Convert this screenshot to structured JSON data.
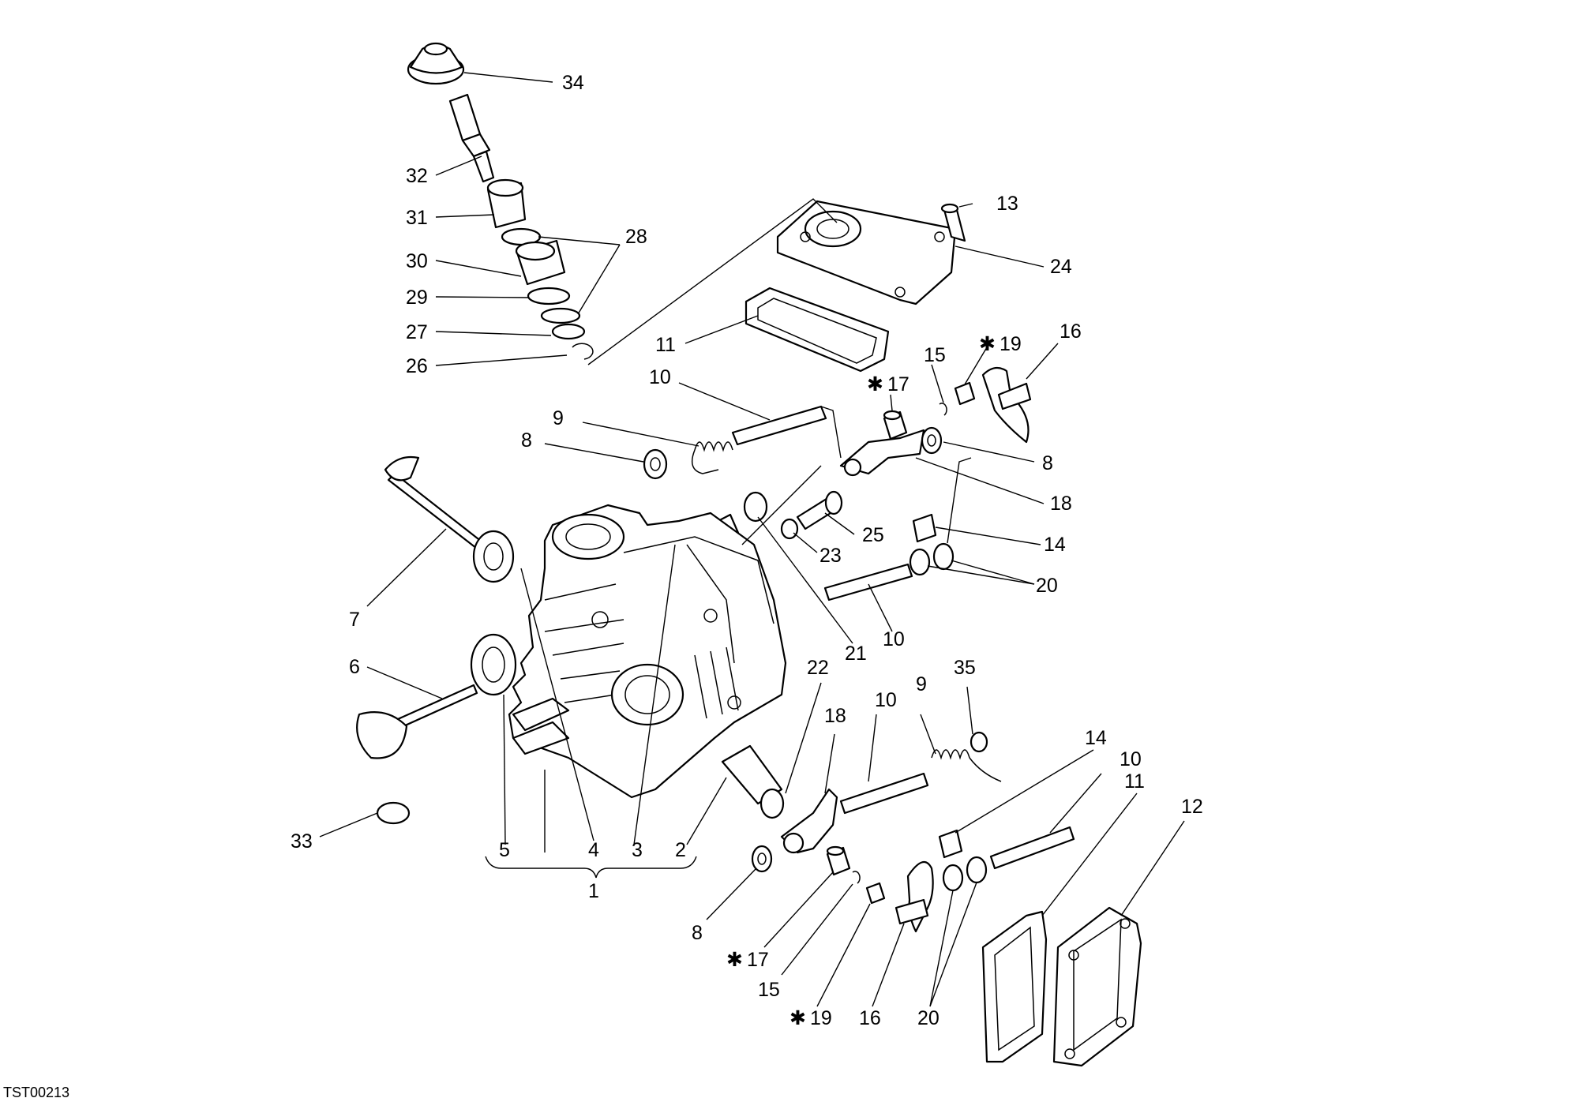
{
  "document_id": "TST00213",
  "callouts": [
    "34",
    "32",
    "31",
    "30",
    "28",
    "29",
    "27",
    "26",
    "13",
    "24",
    "11",
    "16",
    "19",
    "15",
    "17",
    "10",
    "9",
    "8",
    "8",
    "18",
    "25",
    "23",
    "14",
    "20",
    "10",
    "21",
    "7",
    "6",
    "22",
    "35",
    "18",
    "10",
    "9",
    "14",
    "10",
    "11",
    "12",
    "33",
    "5",
    "4",
    "3",
    "2",
    "1",
    "8",
    "17",
    "15",
    "19",
    "16",
    "20"
  ],
  "asterisk": "✱"
}
